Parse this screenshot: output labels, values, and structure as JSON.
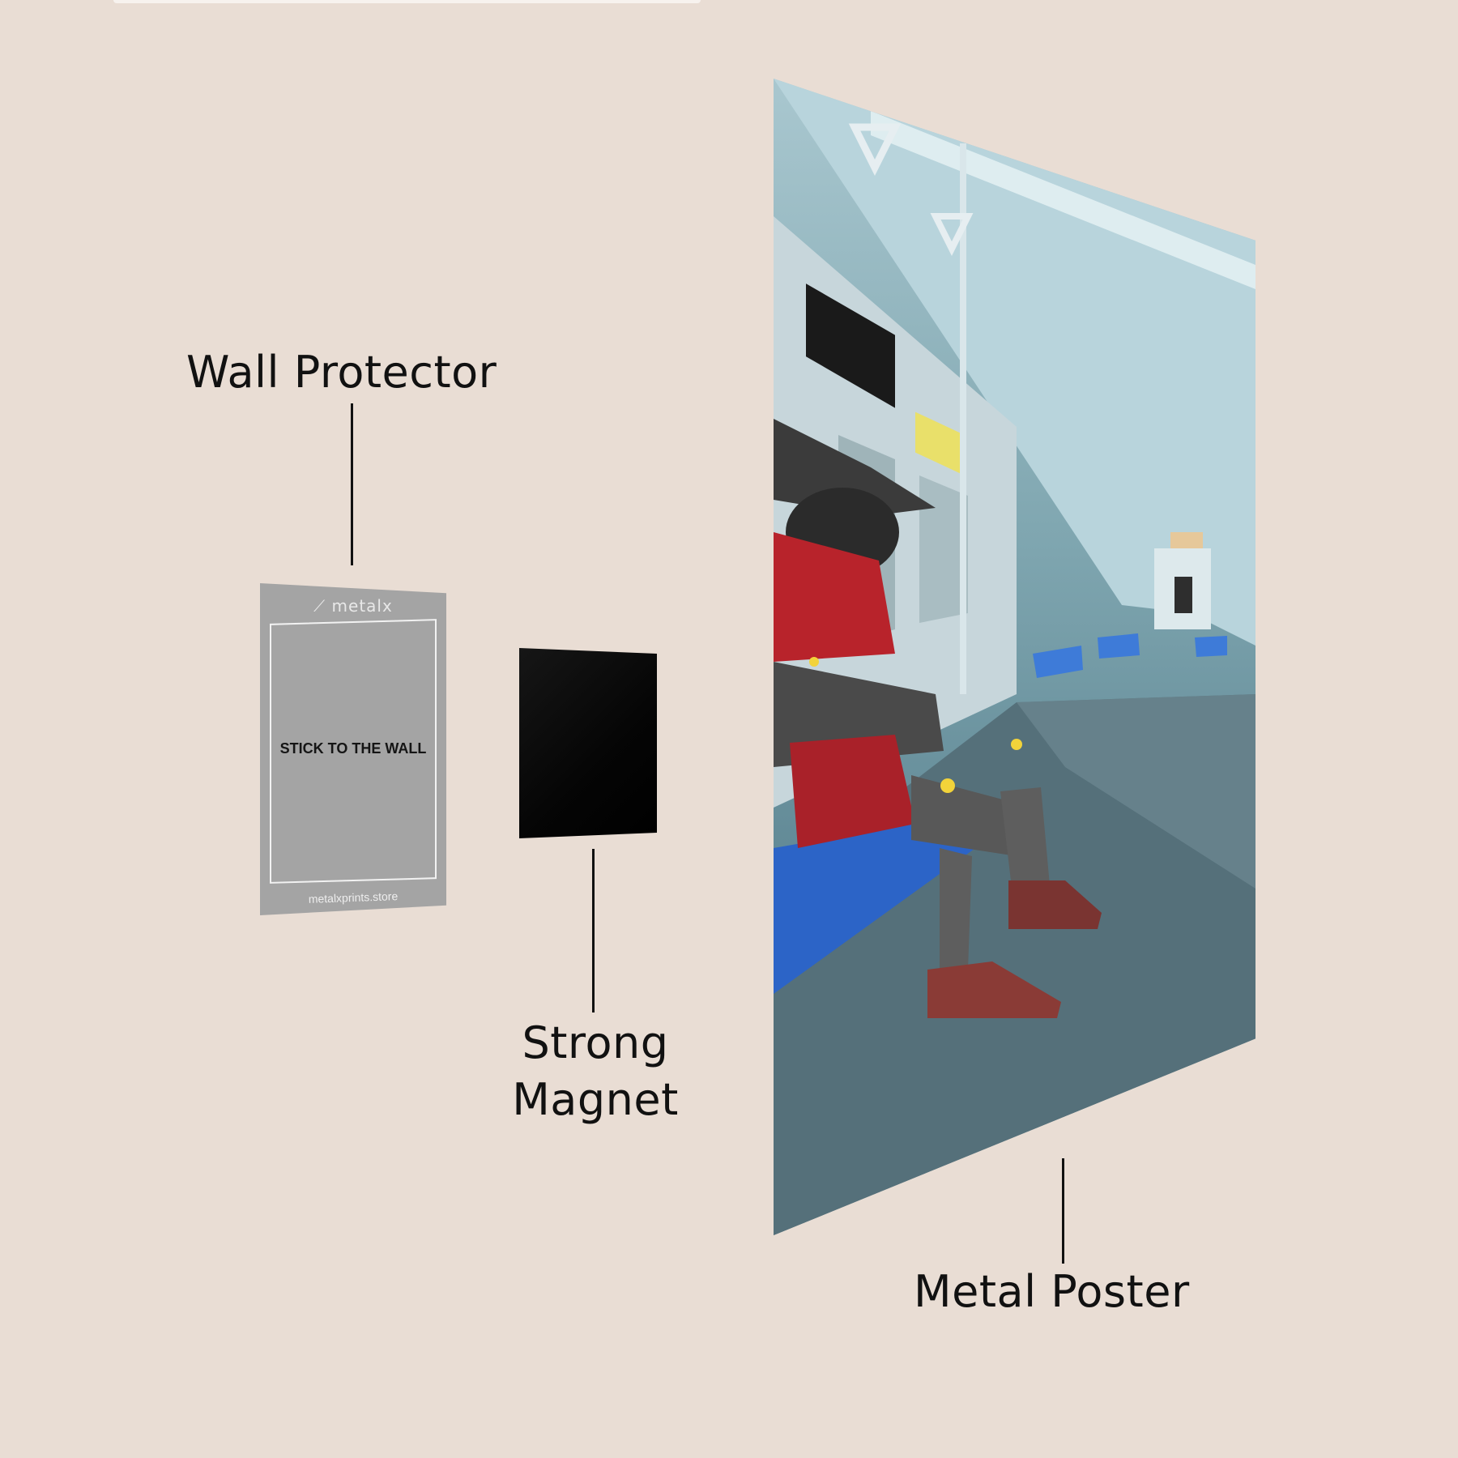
{
  "labels": {
    "wall_protector": "Wall Protector",
    "strong_magnet_line1": "Strong",
    "strong_magnet_line2": "Magnet",
    "metal_poster": "Metal Poster"
  },
  "protector": {
    "brand": "metalx",
    "instruction": "STICK TO THE WALL",
    "website": "metalxprints.store"
  }
}
